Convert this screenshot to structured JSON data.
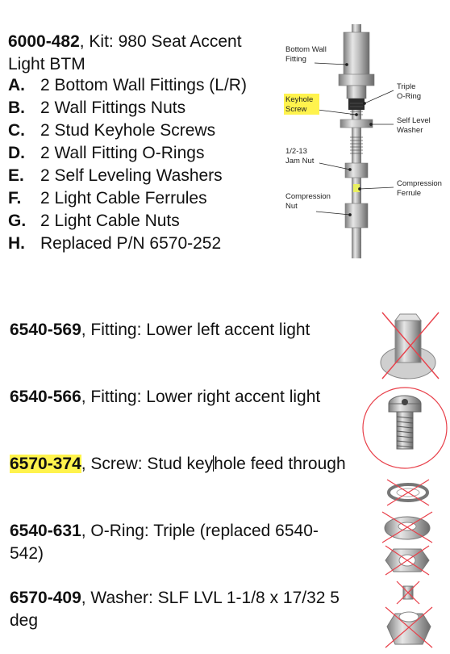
{
  "kit": {
    "part_number": "6000-482",
    "description": ", Kit: 980 Seat Accent Light BTM",
    "items": [
      {
        "letter": "A.",
        "text": "2 Bottom Wall Fittings (L/R)"
      },
      {
        "letter": "B.",
        "text": "2 Wall Fittings Nuts"
      },
      {
        "letter": "C.",
        "text": "2 Stud Keyhole Screws"
      },
      {
        "letter": "D.",
        "text": "2 Wall Fitting O-Rings"
      },
      {
        "letter": "E.",
        "text": "2 Self Leveling Washers"
      },
      {
        "letter": "F.",
        "text": "2 Light Cable Ferrules"
      },
      {
        "letter": "G.",
        "text": "2 Light Cable Nuts"
      },
      {
        "letter": "H.",
        "text": "Replaced P/N 6570-252"
      }
    ]
  },
  "diagram": {
    "labels": {
      "bottom_wall_fitting_1": "Bottom Wall",
      "bottom_wall_fitting_2": "Fitting",
      "keyhole_1": "Keyhole",
      "keyhole_2": "Screw",
      "triple_1": "Triple",
      "triple_2": "O-Ring",
      "self_level_1": "Self Level",
      "self_level_2": "Washer",
      "jam_nut_1": "1/2-13",
      "jam_nut_2": "Jam Nut",
      "comp_ferrule_1": "Compression",
      "comp_ferrule_2": "Ferrule",
      "comp_nut_1": "Compression",
      "comp_nut_2": "Nut"
    },
    "highlight_color": "#fff34d"
  },
  "parts": [
    {
      "number": "6540-569",
      "description": ", Fitting: Lower left accent light",
      "highlighted": false
    },
    {
      "number": "6540-566",
      "description": ", Fitting: Lower right accent light",
      "highlighted": false
    },
    {
      "number": "6570-374",
      "description_before_cursor": ", Screw: Stud key",
      "description_after_cursor": "hole feed through",
      "highlighted": true
    },
    {
      "number": "6540-631",
      "description": ", O-Ring: Triple (replaced 6540-542)",
      "highlighted": false
    },
    {
      "number": "6570-409",
      "description": ", Washer: SLF LVL 1-1/8 x 17/32 5 deg",
      "highlighted": false
    }
  ],
  "colors": {
    "cross_out": "#e8404a",
    "text": "#111111"
  }
}
